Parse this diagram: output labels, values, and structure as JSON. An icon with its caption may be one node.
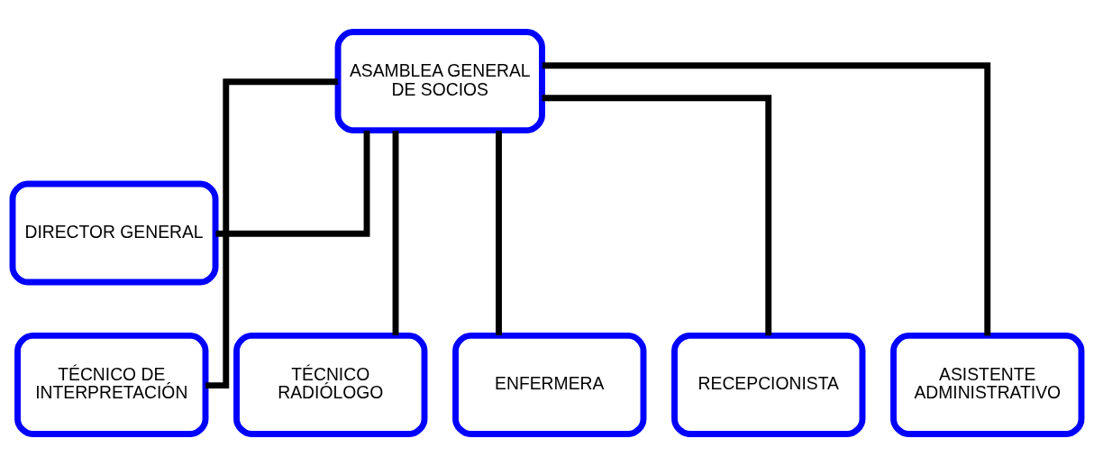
{
  "diagram": {
    "nodes": [
      {
        "text": [
          "ASAMBLEA GENERAL DE SOCIOS"
        ]
      },
      {
        "text": [
          "DIRECTOR GENERAL"
        ]
      },
      {
        "text": [
          "TÉCNICO RADIÓLOGO"
        ]
      },
      {
        "text": [
          "ENFERMERA"
        ]
      },
      {
        "text": [
          "TÉCNICO DE INTERPRETACIÓN"
        ]
      },
      {
        "text": [
          "RECEPCIONISTA"
        ]
      },
      {
        "text": [
          "ASISTENTE ADMINISTRATIVO"
        ]
      }
    ],
    "edges": [
      {
        "from": 0,
        "to": 1,
        "arrow": "none"
      },
      {
        "from": 0,
        "to": 2,
        "arrow": "none"
      },
      {
        "from": 0,
        "to": 3,
        "arrow": "none"
      },
      {
        "from": 0,
        "to": 4,
        "arrow": "none"
      },
      {
        "from": 0,
        "to": 5,
        "arrow": "none"
      },
      {
        "from": 0,
        "to": 6,
        "arrow": "none"
      }
    ]
  }
}
